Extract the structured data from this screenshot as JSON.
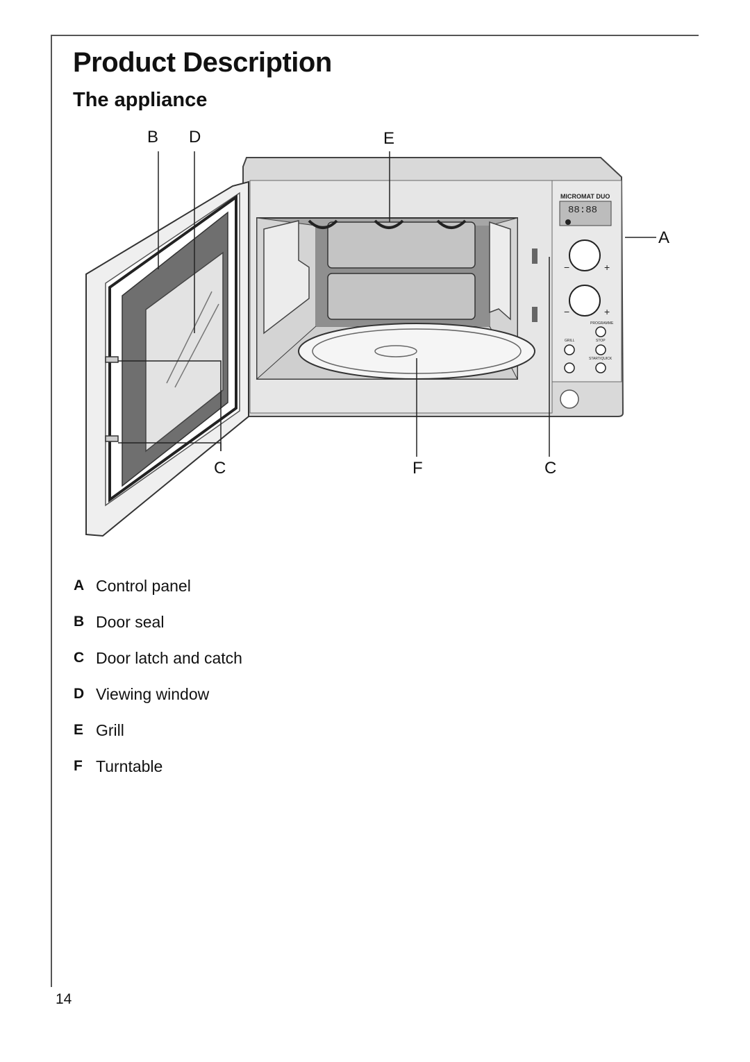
{
  "page": {
    "title": "Product Description",
    "subtitle": "The appliance",
    "page_number": "14"
  },
  "figure": {
    "callouts": {
      "A": "A",
      "B": "B",
      "C": "C",
      "D": "D",
      "E": "E",
      "F": "F"
    },
    "panel": {
      "brand": "MICROMAT DUO",
      "display": "88:88",
      "programmes": "PROGRAMME",
      "grill": "GRILL",
      "stop": "STOP",
      "start": "START/QUICK"
    }
  },
  "legend": [
    {
      "letter": "A",
      "text": "Control panel"
    },
    {
      "letter": "B",
      "text": "Door seal"
    },
    {
      "letter": "C",
      "text": "Door latch and catch"
    },
    {
      "letter": "D",
      "text": "Viewing window"
    },
    {
      "letter": "E",
      "text": "Grill"
    },
    {
      "letter": "F",
      "text": "Turntable"
    }
  ]
}
